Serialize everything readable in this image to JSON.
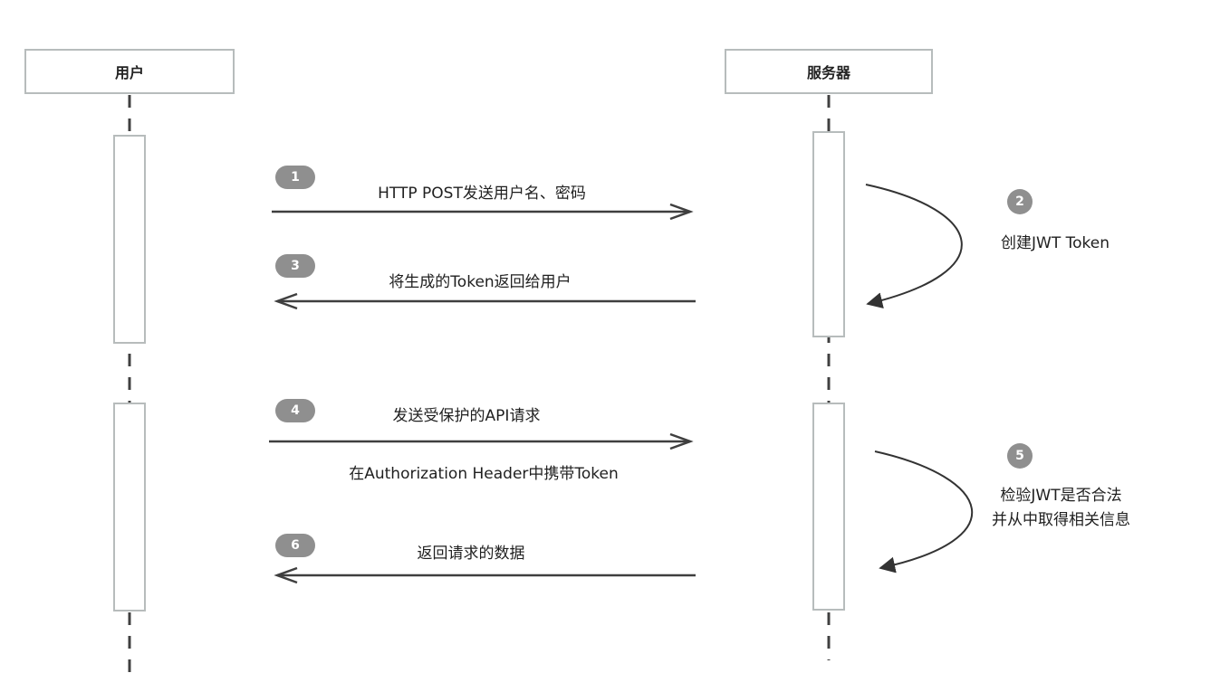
{
  "actors": {
    "user": "用户",
    "server": "服务器"
  },
  "messages": [
    {
      "step": "1",
      "text": "HTTP POST发送用户名、密码"
    },
    {
      "step": "3",
      "text": "将生成的Token返回给用户"
    },
    {
      "step": "4",
      "text": "发送受保护的API请求",
      "subtext": "在Authorization Header中携带Token"
    },
    {
      "step": "6",
      "text": "返回请求的数据"
    }
  ],
  "self_notes": [
    {
      "step": "2",
      "lines": [
        "创建JWT Token"
      ]
    },
    {
      "step": "5",
      "lines": [
        "检验JWT是否合法",
        "并从中取得相关信息"
      ]
    }
  ],
  "colors": {
    "lifeline": "#404040",
    "box_border": "#b7bcbc",
    "badge": "#8f8f8f",
    "arrow": "#3f3f3f"
  }
}
